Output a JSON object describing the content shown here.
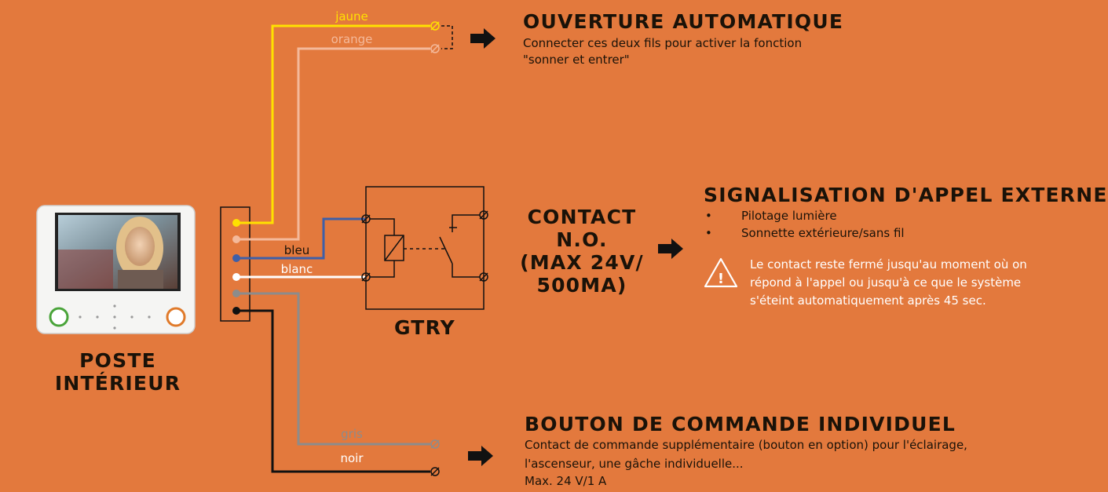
{
  "wires": {
    "jaune": "jaune",
    "orange": "orange",
    "bleu": "bleu",
    "blanc": "blanc",
    "gris": "gris",
    "noir": "noir"
  },
  "sections": {
    "ouverture": {
      "title": "OUVERTURE AUTOMATIQUE",
      "line1": "Connecter ces deux fils pour activer la fonction",
      "line2": "\"sonner et entrer\""
    },
    "signalisation": {
      "title": "SIGNALISATION D'APPEL EXTERNE",
      "bullets": [
        "Pilotage lumière",
        "Sonnette extérieure/sans fil"
      ],
      "note_lines": [
        "Le contact reste fermé jusqu'au moment où on",
        "répond à l'appel ou jusqu'à ce que le système",
        "s'éteint automatiquement après 45 sec."
      ]
    },
    "contact": {
      "lines": [
        "CONTACT",
        "N.O.",
        "(MAX 24V/",
        "500MA)"
      ]
    },
    "bouton": {
      "title": "BOUTON DE COMMANDE INDIVIDUEL",
      "line1": "Contact de commande supplémentaire (bouton en option) pour l'éclairage,",
      "line2": "l'ascenseur, une gâche individuelle...",
      "line3": "Max. 24 V/1 A"
    }
  },
  "relay_label": "GTRY",
  "device_label": [
    "POSTE",
    "INTÉRIEUR"
  ],
  "colors": {
    "background": "#E3793D",
    "jaune": "#FFE100",
    "orange": "#F4B99A",
    "bleu": "#3E5FA8",
    "blanc": "#FFFFFF",
    "gris": "#8C8C8C",
    "noir": "#111111"
  }
}
